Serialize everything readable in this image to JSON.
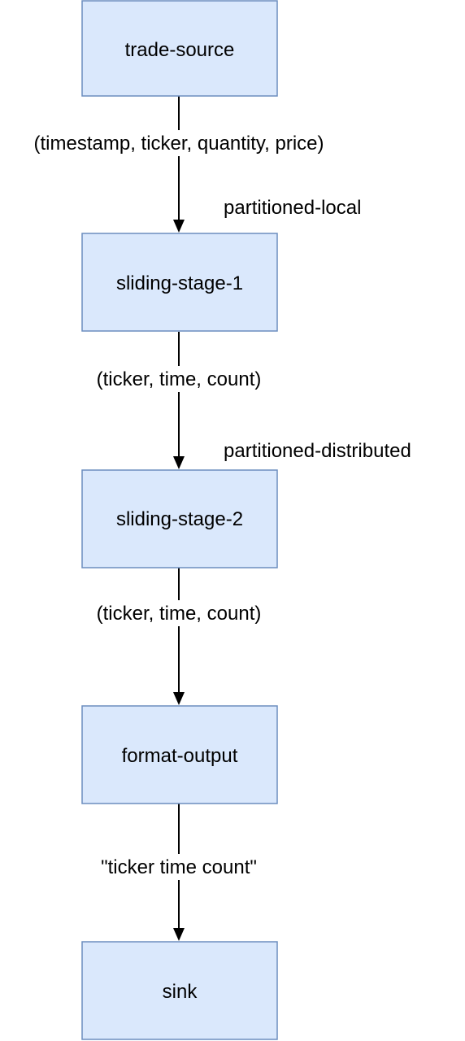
{
  "nodes": [
    {
      "id": "trade-source",
      "label": "trade-source"
    },
    {
      "id": "sliding-stage-1",
      "label": "sliding-stage-1"
    },
    {
      "id": "sliding-stage-2",
      "label": "sliding-stage-2"
    },
    {
      "id": "format-output",
      "label": "format-output"
    },
    {
      "id": "sink",
      "label": "sink"
    }
  ],
  "edges": [
    {
      "from": "trade-source",
      "to": "sliding-stage-1",
      "label": "(timestamp, ticker, quantity, price)",
      "annotation": "partitioned-local"
    },
    {
      "from": "sliding-stage-1",
      "to": "sliding-stage-2",
      "label": "(ticker, time, count)",
      "annotation": "partitioned-distributed"
    },
    {
      "from": "sliding-stage-2",
      "to": "format-output",
      "label": "(ticker, time, count)",
      "annotation": ""
    },
    {
      "from": "format-output",
      "to": "sink",
      "label": "\"ticker time count\"",
      "annotation": ""
    }
  ],
  "colors": {
    "node_fill": "#dae8fc",
    "node_stroke": "#6c8ebf",
    "edge": "#000000"
  }
}
